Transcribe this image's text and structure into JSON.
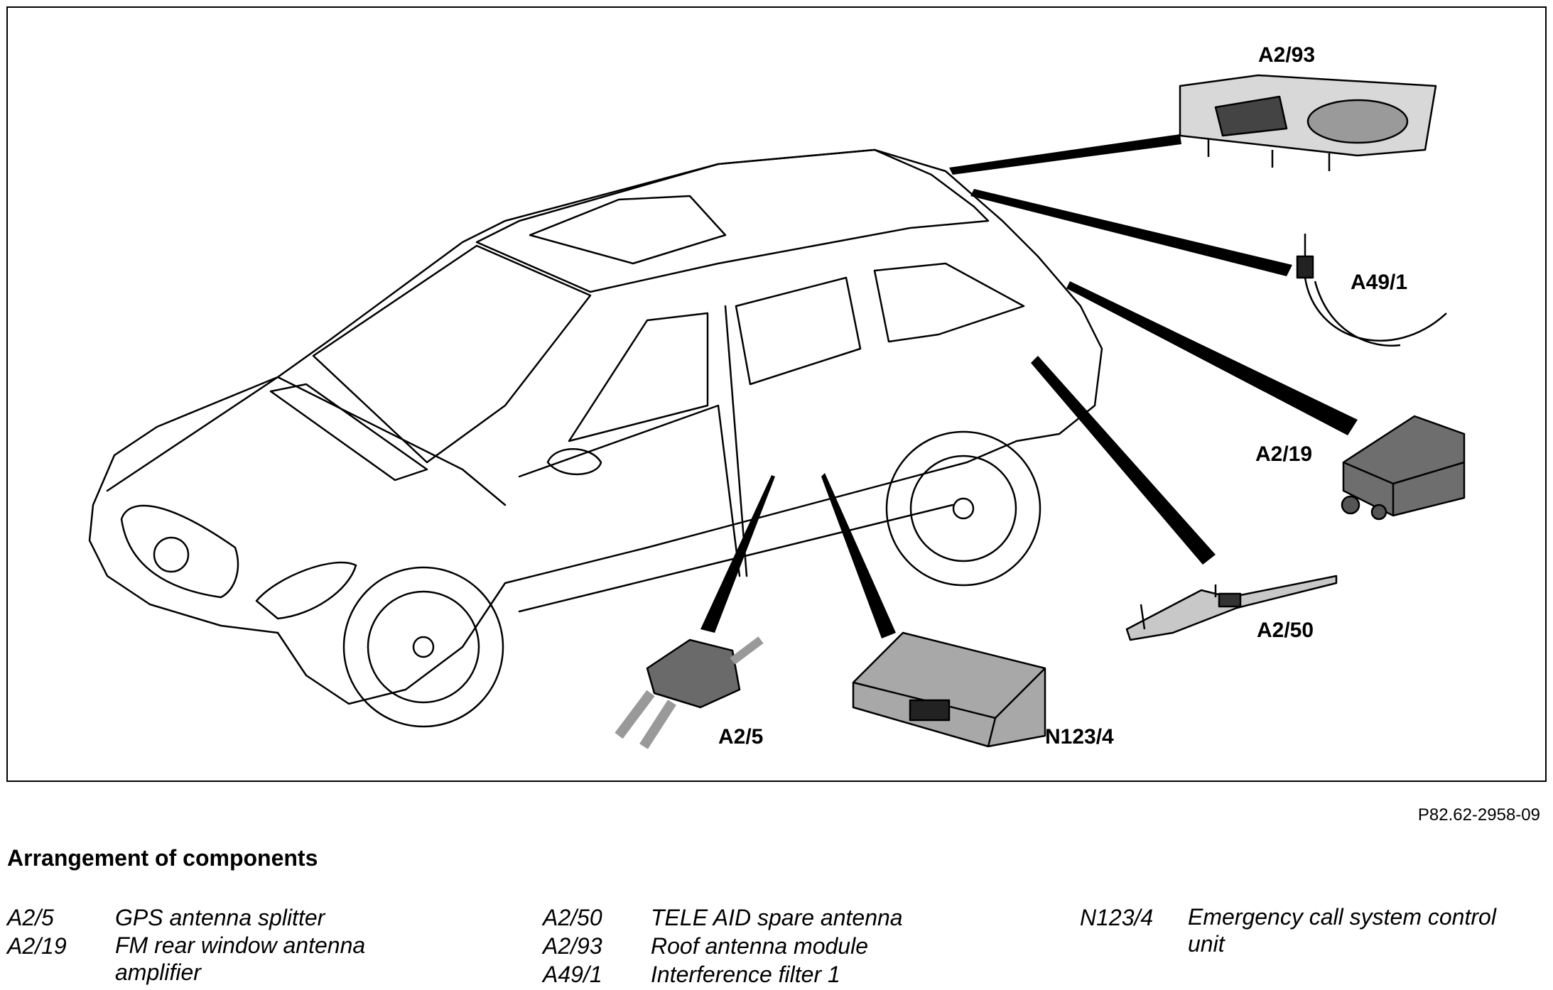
{
  "callouts": {
    "a2_93": "A2/93",
    "a49_1": "A49/1",
    "a2_19": "A2/19",
    "a2_50": "A2/50",
    "n123_4": "N123/4",
    "a2_5": "A2/5"
  },
  "reference": "P82.62-2958-09",
  "heading": "Arrangement of components",
  "legend": [
    [
      {
        "code": "A2/5",
        "desc": "GPS antenna splitter"
      },
      {
        "code": "A2/19",
        "desc": "FM rear window antenna\namplifier"
      }
    ],
    [
      {
        "code": "A2/50",
        "desc": "TELE AID spare antenna"
      },
      {
        "code": "A2/93",
        "desc": "Roof antenna module"
      },
      {
        "code": "A49/1",
        "desc": "Interference filter 1"
      }
    ],
    [
      {
        "code": "N123/4",
        "desc": "Emergency call system control\nunit"
      }
    ]
  ]
}
